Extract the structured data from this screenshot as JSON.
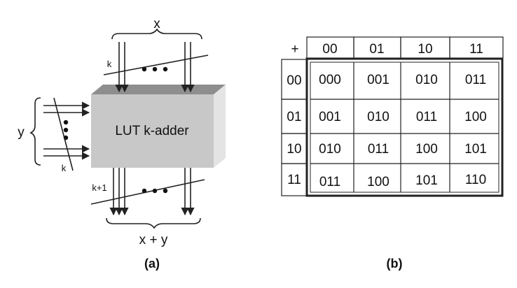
{
  "diagram_a": {
    "input_x_label": "x",
    "input_y_label": "y",
    "bus_width_x": "k",
    "bus_width_y": "k",
    "bus_width_out": "k+1",
    "box_label": "LUT k-adder",
    "output_label": "x + y",
    "caption": "(a)",
    "colors": {
      "box_front": "#c8c8c8",
      "box_top": "#8e8e8e",
      "box_side": "#e4e4e4"
    }
  },
  "table_b": {
    "corner": "+",
    "column_headers": [
      "00",
      "01",
      "10",
      "11"
    ],
    "row_headers": [
      "00",
      "01",
      "10",
      "11"
    ],
    "cells": [
      [
        "000",
        "001",
        "010",
        "011"
      ],
      [
        "001",
        "010",
        "011",
        "100"
      ],
      [
        "010",
        "011",
        "100",
        "101"
      ],
      [
        "011",
        "100",
        "101",
        "110"
      ]
    ],
    "caption": "(b)"
  }
}
